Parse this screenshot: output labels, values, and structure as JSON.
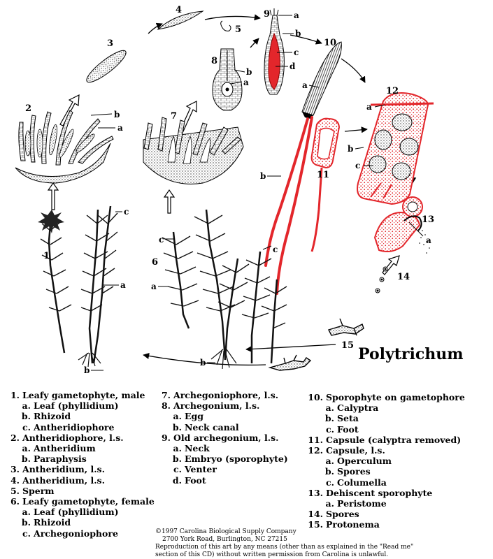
{
  "title": "Polytrichum",
  "diagram_labels": {
    "n1": "1",
    "n2": "2",
    "n3": "3",
    "n4": "4",
    "n5": "5",
    "n6": "6",
    "n7": "7",
    "n8": "8",
    "n9": "9",
    "n10": "10",
    "n11": "11",
    "n12": "12",
    "n13": "13",
    "n14": "14",
    "n15": "15",
    "a": "a",
    "b": "b",
    "c": "c",
    "d": "d"
  },
  "legend": {
    "col1": [
      {
        "num": "1.",
        "text": "Leafy gametophyte, male",
        "sub": [
          {
            "num": "a.",
            "text": "Leaf (phyllidium)"
          },
          {
            "num": "b.",
            "text": "Rhizoid"
          },
          {
            "num": "c.",
            "text": "Antheridiophore"
          }
        ]
      },
      {
        "num": "2.",
        "text": "Antheridiophore, l.s.",
        "sub": [
          {
            "num": "a.",
            "text": "Antheridium"
          },
          {
            "num": "b.",
            "text": "Paraphysis"
          }
        ]
      },
      {
        "num": "3.",
        "text": "Antheridium, l.s.",
        "sub": []
      },
      {
        "num": "4.",
        "text": "Antheridium, l.s.",
        "sub": []
      },
      {
        "num": "5.",
        "text": "Sperm",
        "sub": []
      },
      {
        "num": "6.",
        "text": "Leafy gametophyte, female",
        "sub": [
          {
            "num": "a.",
            "text": "Leaf (phyllidium)"
          },
          {
            "num": "b.",
            "text": "Rhizoid"
          },
          {
            "num": "c.",
            "text": "Archegoniophore"
          }
        ]
      }
    ],
    "col2": [
      {
        "num": "7.",
        "text": "Archegoniophore, l.s.",
        "sub": []
      },
      {
        "num": "8.",
        "text": "Archegonium, l.s.",
        "sub": [
          {
            "num": "a.",
            "text": "Egg"
          },
          {
            "num": "b.",
            "text": "Neck canal"
          }
        ]
      },
      {
        "num": "9.",
        "text": "Old archegonium, l.s.",
        "sub": [
          {
            "num": "a.",
            "text": "Neck"
          },
          {
            "num": "b.",
            "text": "Embryo (sporophyte)"
          },
          {
            "num": "c.",
            "text": "Venter"
          },
          {
            "num": "d.",
            "text": "Foot"
          }
        ]
      }
    ],
    "col3": [
      {
        "num": "10.",
        "text": "Sporophyte on gametophore",
        "sub": [
          {
            "num": "a.",
            "text": "Calyptra"
          },
          {
            "num": "b.",
            "text": "Seta"
          },
          {
            "num": "c.",
            "text": "Foot"
          }
        ]
      },
      {
        "num": "11.",
        "text": "Capsule (calyptra removed)",
        "sub": []
      },
      {
        "num": "12.",
        "text": "Capsule, l.s.",
        "sub": [
          {
            "num": "a.",
            "text": "Operculum"
          },
          {
            "num": "b.",
            "text": "Spores"
          },
          {
            "num": "c.",
            "text": "Columella"
          }
        ]
      },
      {
        "num": "13.",
        "text": "Dehiscent sporophyte",
        "sub": [
          {
            "num": "a.",
            "text": "Peristome"
          }
        ]
      },
      {
        "num": "14.",
        "text": "Spores",
        "sub": []
      },
      {
        "num": "15.",
        "text": "Protonema",
        "sub": []
      }
    ]
  },
  "copyright": {
    "line1": "©1997  Carolina Biological Supply Company",
    "line2": "2700 York Road, Burlington, NC  27215",
    "line3": "Reproduction of this art by any means (other than as explained in the \"Read me\"",
    "line4": "section of this CD) without written permission from Carolina is unlawful."
  },
  "colors": {
    "highlight": "#e3262b",
    "ink": "#000000",
    "stipple": "#555555"
  }
}
